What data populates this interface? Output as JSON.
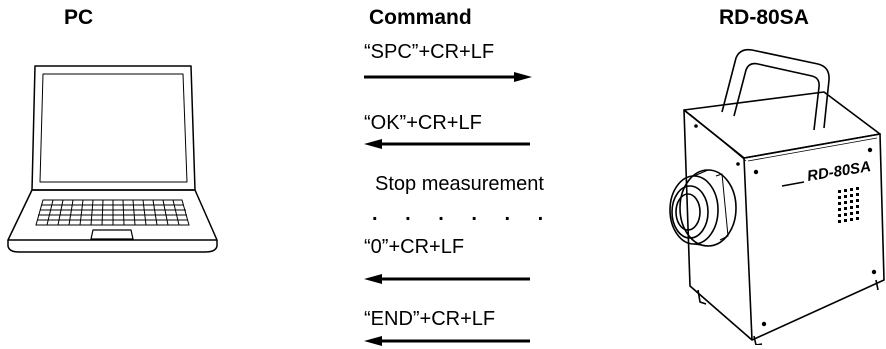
{
  "headers": {
    "pc": "PC",
    "command": "Command",
    "device": "RD-80SA"
  },
  "messages": [
    {
      "text": "“SPC”+CR+LF",
      "direction": "to-device"
    },
    {
      "text": "“OK”+CR+LF",
      "direction": "to-pc"
    },
    {
      "text": "“0”+CR+LF",
      "direction": "to-pc"
    },
    {
      "text": "“END”+CR+LF",
      "direction": "to-pc"
    }
  ],
  "step_note": "Stop measurement",
  "ellipsis": ". . . . . .",
  "device_label": "RD-80SA",
  "icons": {
    "pc": "laptop-icon",
    "device": "spectroradiometer-icon"
  }
}
